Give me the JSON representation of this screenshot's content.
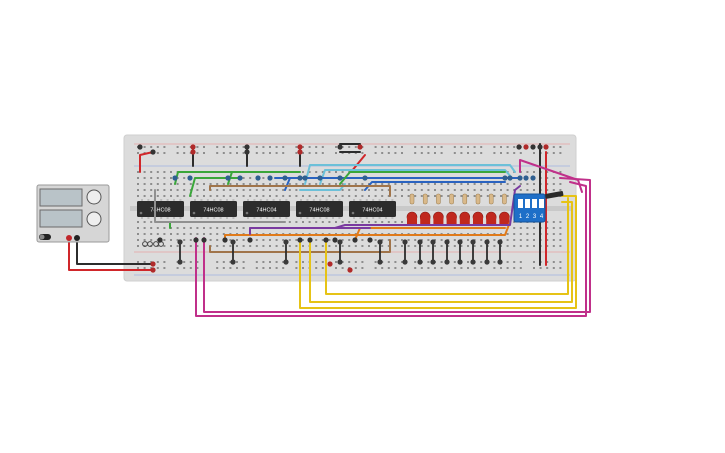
{
  "chips": [
    {
      "label": "74HC08"
    },
    {
      "label": "74HC08"
    },
    {
      "label": "74HC04"
    },
    {
      "label": "74HC08"
    },
    {
      "label": "74HC04"
    }
  ],
  "dip_switch": {
    "labels": [
      "1",
      "2",
      "3",
      "4"
    ],
    "color": "#1e6fc8"
  },
  "power_supply": {
    "displays": [
      "",
      ""
    ]
  },
  "led_count": 8,
  "colors": {
    "board": "#dcdcdc",
    "wire_red": "#d0262a",
    "wire_black": "#2c2c2c",
    "wire_magenta": "#c0308a",
    "wire_yellow": "#e6c316",
    "wire_green": "#3aa63a",
    "wire_cyan": "#6cc0d8",
    "wire_blue": "#2a63c0",
    "wire_orange": "#e07a1a",
    "wire_purple": "#7a3aa0",
    "wire_brown": "#a0744a",
    "led": "#c0281e"
  }
}
